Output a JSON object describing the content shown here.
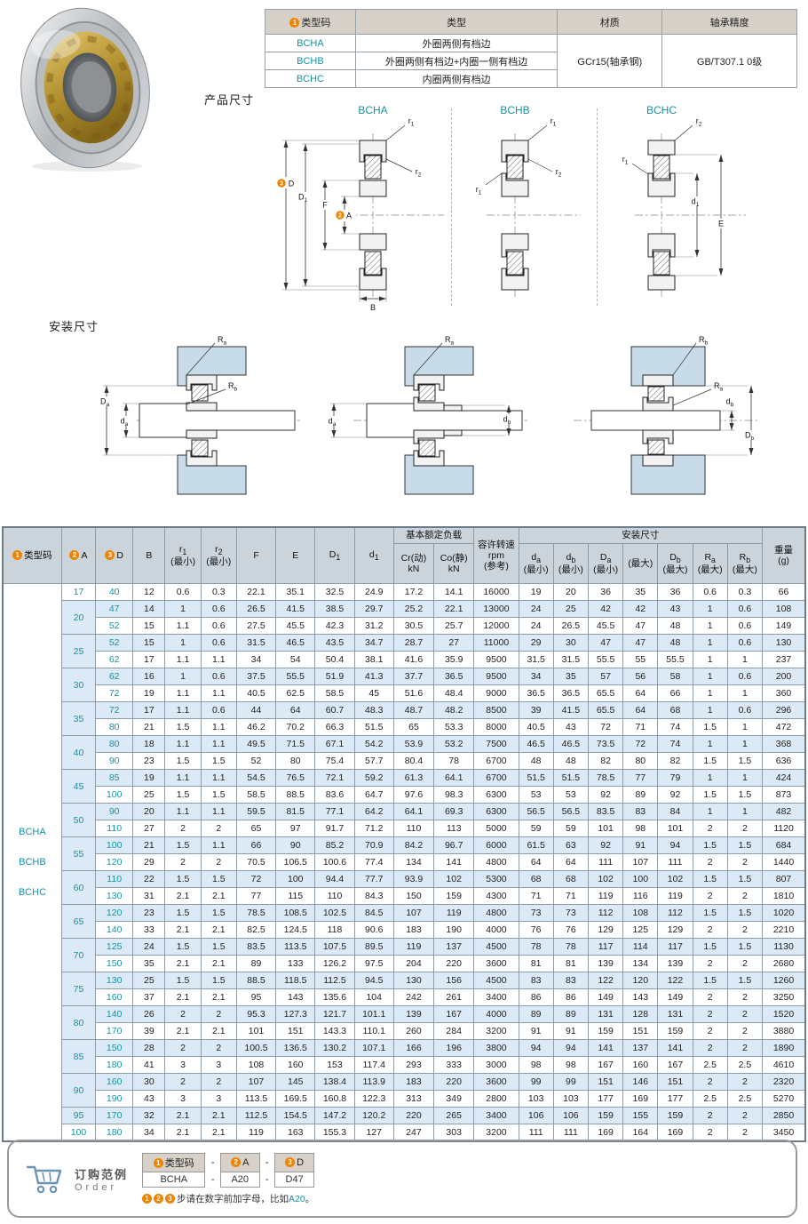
{
  "badges": {
    "b1": "1",
    "b2": "2",
    "b3": "3"
  },
  "spec_table": {
    "headers": {
      "code": "类型码",
      "type": "类型",
      "material": "材质",
      "precision": "轴承精度"
    },
    "rows": [
      {
        "code": "BCHA",
        "type": "外圈两侧有档边"
      },
      {
        "code": "BCHB",
        "type": "外圈两侧有档边+内圈一侧有档边"
      },
      {
        "code": "BCHC",
        "type": "内圈两侧有档边"
      }
    ],
    "material": "GCr15(轴承钢)",
    "precision": "GB/T307.1 0级"
  },
  "sections": {
    "product": "产品尺寸",
    "mount": "安装尺寸"
  },
  "drawing_labels": [
    "BCHA",
    "BCHB",
    "BCHC"
  ],
  "sym": {
    "r1": [
      "r",
      "1"
    ],
    "r2": [
      "r",
      "2"
    ],
    "D": [
      "D",
      ""
    ],
    "D1": [
      "D",
      "1"
    ],
    "F": [
      "F",
      ""
    ],
    "A": [
      "A",
      ""
    ],
    "B": [
      "B",
      ""
    ],
    "E": [
      "E",
      ""
    ],
    "d1": [
      "d",
      "1"
    ],
    "da": [
      "d",
      "a"
    ],
    "db": [
      "d",
      "b"
    ],
    "Da": [
      "D",
      "a"
    ],
    "Db": [
      "D",
      "b"
    ],
    "Ra": [
      "R",
      "a"
    ],
    "Rb": [
      "R",
      "b"
    ]
  },
  "table": {
    "headers": {
      "code": "类型码",
      "A": "A",
      "D": "D",
      "B": "B",
      "r1": "r<sub>1</sub><br>(最小)",
      "r2": "r<sub>2</sub><br>(最小)",
      "F": "F",
      "E": "E",
      "D1": "D<sub>1</sub>",
      "d1": "d<sub>1</sub>",
      "load_group": "基本额定负载",
      "cr": "Cr(动)<br>kN",
      "co": "Co(静)<br>kN",
      "rpm": "容许转速<br>rpm<br>(参考)",
      "mount_group": "安装尺寸",
      "m1": "d<sub>a</sub><br>(最小)",
      "m2": "d<sub>b</sub><br>(最小)",
      "m3": "D<sub>a</sub><br>(最小)",
      "m4": "(最大)",
      "m5": "D<sub>b</sub><br>(最大)",
      "m6": "R<sub>a</sub><br>(最大)",
      "m7": "R<sub>b</sub><br>(最大)",
      "weight": "重量<br>(g)"
    },
    "type_codes": [
      "BCHA",
      "BCHB",
      "BCHC"
    ],
    "groups": [
      {
        "A": "17",
        "rows": [
          [
            "40",
            "12",
            "0.6",
            "0.3",
            "22.1",
            "35.1",
            "32.5",
            "24.9",
            "17.2",
            "14.1",
            "16000",
            "19",
            "20",
            "36",
            "35",
            "36",
            "0.6",
            "0.3",
            "66"
          ]
        ]
      },
      {
        "A": "20",
        "rows": [
          [
            "47",
            "14",
            "1",
            "0.6",
            "26.5",
            "41.5",
            "38.5",
            "29.7",
            "25.2",
            "22.1",
            "13000",
            "24",
            "25",
            "42",
            "42",
            "43",
            "1",
            "0.6",
            "108"
          ],
          [
            "52",
            "15",
            "1.1",
            "0.6",
            "27.5",
            "45.5",
            "42.3",
            "31.2",
            "30.5",
            "25.7",
            "12000",
            "24",
            "26.5",
            "45.5",
            "47",
            "48",
            "1",
            "0.6",
            "149"
          ]
        ]
      },
      {
        "A": "25",
        "rows": [
          [
            "52",
            "15",
            "1",
            "0.6",
            "31.5",
            "46.5",
            "43.5",
            "34.7",
            "28.7",
            "27",
            "11000",
            "29",
            "30",
            "47",
            "47",
            "48",
            "1",
            "0.6",
            "130"
          ],
          [
            "62",
            "17",
            "1.1",
            "1.1",
            "34",
            "54",
            "50.4",
            "38.1",
            "41.6",
            "35.9",
            "9500",
            "31.5",
            "31.5",
            "55.5",
            "55",
            "55.5",
            "1",
            "1",
            "237"
          ]
        ]
      },
      {
        "A": "30",
        "rows": [
          [
            "62",
            "16",
            "1",
            "0.6",
            "37.5",
            "55.5",
            "51.9",
            "41.3",
            "37.7",
            "36.5",
            "9500",
            "34",
            "35",
            "57",
            "56",
            "58",
            "1",
            "0.6",
            "200"
          ],
          [
            "72",
            "19",
            "1.1",
            "1.1",
            "40.5",
            "62.5",
            "58.5",
            "45",
            "51.6",
            "48.4",
            "9000",
            "36.5",
            "36.5",
            "65.5",
            "64",
            "66",
            "1",
            "1",
            "360"
          ]
        ]
      },
      {
        "A": "35",
        "rows": [
          [
            "72",
            "17",
            "1.1",
            "0.6",
            "44",
            "64",
            "60.7",
            "48.3",
            "48.7",
            "48.2",
            "8500",
            "39",
            "41.5",
            "65.5",
            "64",
            "68",
            "1",
            "0.6",
            "296"
          ],
          [
            "80",
            "21",
            "1.5",
            "1.1",
            "46.2",
            "70.2",
            "66.3",
            "51.5",
            "65",
            "53.3",
            "8000",
            "40.5",
            "43",
            "72",
            "71",
            "74",
            "1.5",
            "1",
            "472"
          ]
        ]
      },
      {
        "A": "40",
        "rows": [
          [
            "80",
            "18",
            "1.1",
            "1.1",
            "49.5",
            "71.5",
            "67.1",
            "54.2",
            "53.9",
            "53.2",
            "7500",
            "46.5",
            "46.5",
            "73.5",
            "72",
            "74",
            "1",
            "1",
            "368"
          ],
          [
            "90",
            "23",
            "1.5",
            "1.5",
            "52",
            "80",
            "75.4",
            "57.7",
            "80.4",
            "78",
            "6700",
            "48",
            "48",
            "82",
            "80",
            "82",
            "1.5",
            "1.5",
            "636"
          ]
        ]
      },
      {
        "A": "45",
        "rows": [
          [
            "85",
            "19",
            "1.1",
            "1.1",
            "54.5",
            "76.5",
            "72.1",
            "59.2",
            "61.3",
            "64.1",
            "6700",
            "51.5",
            "51.5",
            "78.5",
            "77",
            "79",
            "1",
            "1",
            "424"
          ],
          [
            "100",
            "25",
            "1.5",
            "1.5",
            "58.5",
            "88.5",
            "83.6",
            "64.7",
            "97.6",
            "98.3",
            "6300",
            "53",
            "53",
            "92",
            "89",
            "92",
            "1.5",
            "1.5",
            "873"
          ]
        ]
      },
      {
        "A": "50",
        "rows": [
          [
            "90",
            "20",
            "1.1",
            "1.1",
            "59.5",
            "81.5",
            "77.1",
            "64.2",
            "64.1",
            "69.3",
            "6300",
            "56.5",
            "56.5",
            "83.5",
            "83",
            "84",
            "1",
            "1",
            "482"
          ],
          [
            "110",
            "27",
            "2",
            "2",
            "65",
            "97",
            "91.7",
            "71.2",
            "110",
            "113",
            "5000",
            "59",
            "59",
            "101",
            "98",
            "101",
            "2",
            "2",
            "1120"
          ]
        ]
      },
      {
        "A": "55",
        "rows": [
          [
            "100",
            "21",
            "1.5",
            "1.1",
            "66",
            "90",
            "85.2",
            "70.9",
            "84.2",
            "96.7",
            "6000",
            "61.5",
            "63",
            "92",
            "91",
            "94",
            "1.5",
            "1.5",
            "684"
          ],
          [
            "120",
            "29",
            "2",
            "2",
            "70.5",
            "106.5",
            "100.6",
            "77.4",
            "134",
            "141",
            "4800",
            "64",
            "64",
            "111",
            "107",
            "111",
            "2",
            "2",
            "1440"
          ]
        ]
      },
      {
        "A": "60",
        "rows": [
          [
            "110",
            "22",
            "1.5",
            "1.5",
            "72",
            "100",
            "94.4",
            "77.7",
            "93.9",
            "102",
            "5300",
            "68",
            "68",
            "102",
            "100",
            "102",
            "1.5",
            "1.5",
            "807"
          ],
          [
            "130",
            "31",
            "2.1",
            "2.1",
            "77",
            "115",
            "110",
            "84.3",
            "150",
            "159",
            "4300",
            "71",
            "71",
            "119",
            "116",
            "119",
            "2",
            "2",
            "1810"
          ]
        ]
      },
      {
        "A": "65",
        "rows": [
          [
            "120",
            "23",
            "1.5",
            "1.5",
            "78.5",
            "108.5",
            "102.5",
            "84.5",
            "107",
            "119",
            "4800",
            "73",
            "73",
            "112",
            "108",
            "112",
            "1.5",
            "1.5",
            "1020"
          ],
          [
            "140",
            "33",
            "2.1",
            "2.1",
            "82.5",
            "124.5",
            "118",
            "90.6",
            "183",
            "190",
            "4000",
            "76",
            "76",
            "129",
            "125",
            "129",
            "2",
            "2",
            "2210"
          ]
        ]
      },
      {
        "A": "70",
        "rows": [
          [
            "125",
            "24",
            "1.5",
            "1.5",
            "83.5",
            "113.5",
            "107.5",
            "89.5",
            "119",
            "137",
            "4500",
            "78",
            "78",
            "117",
            "114",
            "117",
            "1.5",
            "1.5",
            "1130"
          ],
          [
            "150",
            "35",
            "2.1",
            "2.1",
            "89",
            "133",
            "126.2",
            "97.5",
            "204",
            "220",
            "3600",
            "81",
            "81",
            "139",
            "134",
            "139",
            "2",
            "2",
            "2680"
          ]
        ]
      },
      {
        "A": "75",
        "rows": [
          [
            "130",
            "25",
            "1.5",
            "1.5",
            "88.5",
            "118.5",
            "112.5",
            "94.5",
            "130",
            "156",
            "4500",
            "83",
            "83",
            "122",
            "120",
            "122",
            "1.5",
            "1.5",
            "1260"
          ],
          [
            "160",
            "37",
            "2.1",
            "2.1",
            "95",
            "143",
            "135.6",
            "104",
            "242",
            "261",
            "3400",
            "86",
            "86",
            "149",
            "143",
            "149",
            "2",
            "2",
            "3250"
          ]
        ]
      },
      {
        "A": "80",
        "rows": [
          [
            "140",
            "26",
            "2",
            "2",
            "95.3",
            "127.3",
            "121.7",
            "101.1",
            "139",
            "167",
            "4000",
            "89",
            "89",
            "131",
            "128",
            "131",
            "2",
            "2",
            "1520"
          ],
          [
            "170",
            "39",
            "2.1",
            "2.1",
            "101",
            "151",
            "143.3",
            "110.1",
            "260",
            "284",
            "3200",
            "91",
            "91",
            "159",
            "151",
            "159",
            "2",
            "2",
            "3880"
          ]
        ]
      },
      {
        "A": "85",
        "rows": [
          [
            "150",
            "28",
            "2",
            "2",
            "100.5",
            "136.5",
            "130.2",
            "107.1",
            "166",
            "196",
            "3800",
            "94",
            "94",
            "141",
            "137",
            "141",
            "2",
            "2",
            "1890"
          ],
          [
            "180",
            "41",
            "3",
            "3",
            "108",
            "160",
            "153",
            "117.4",
            "293",
            "333",
            "3000",
            "98",
            "98",
            "167",
            "160",
            "167",
            "2.5",
            "2.5",
            "4610"
          ]
        ]
      },
      {
        "A": "90",
        "rows": [
          [
            "160",
            "30",
            "2",
            "2",
            "107",
            "145",
            "138.4",
            "113.9",
            "183",
            "220",
            "3600",
            "99",
            "99",
            "151",
            "146",
            "151",
            "2",
            "2",
            "2320"
          ],
          [
            "190",
            "43",
            "3",
            "3",
            "113.5",
            "169.5",
            "160.8",
            "122.3",
            "313",
            "349",
            "2800",
            "103",
            "103",
            "177",
            "169",
            "177",
            "2.5",
            "2.5",
            "5270"
          ]
        ]
      },
      {
        "A": "95",
        "rows": [
          [
            "170",
            "32",
            "2.1",
            "2.1",
            "112.5",
            "154.5",
            "147.2",
            "120.2",
            "220",
            "265",
            "3400",
            "106",
            "106",
            "159",
            "155",
            "159",
            "2",
            "2",
            "2850"
          ]
        ]
      },
      {
        "A": "100",
        "rows": [
          [
            "180",
            "34",
            "2.1",
            "2.1",
            "119",
            "163",
            "155.3",
            "127",
            "247",
            "303",
            "3200",
            "111",
            "111",
            "169",
            "164",
            "169",
            "2",
            "2",
            "3450"
          ]
        ]
      }
    ]
  },
  "order": {
    "title_cn": "订购范例",
    "title_en": "Order",
    "dash": "-",
    "cols": [
      {
        "label": "类型码",
        "value": "BCHA"
      },
      {
        "label": "A",
        "value": "A20"
      },
      {
        "label": "D",
        "value": "D47"
      }
    ],
    "note_pre": "步请在数字前加字母，比如",
    "note_code": "A20",
    "note_post": "。"
  }
}
